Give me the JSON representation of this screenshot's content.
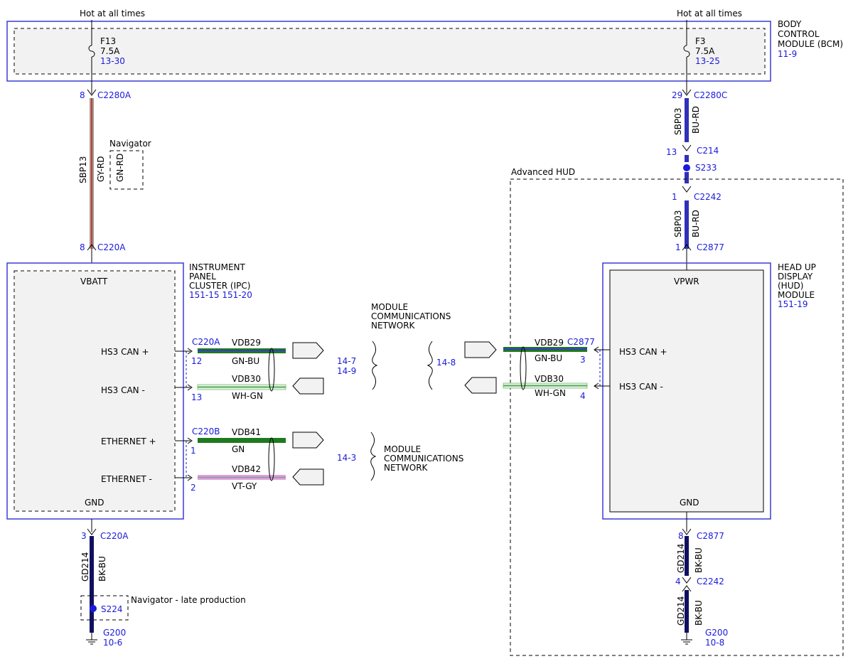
{
  "colors": {
    "frame": "#3b3bd6",
    "label_blue": "#1a1adb",
    "wire_bu_rd": "#3030b8",
    "wire_gy_rd": "#9a9a9a",
    "wire_gn_bu": "#1e7a1e",
    "wire_wh_gn": "#9fd49f",
    "wire_gn": "#1e7a1e",
    "wire_vt_gy": "#d98ad9",
    "wire_bk_bu": "#101060"
  },
  "power": {
    "left_label": "Hot at all times",
    "right_label": "Hot at all times"
  },
  "bcm": {
    "title_line1": "BODY",
    "title_line2": "CONTROL",
    "title_line3": "MODULE (BCM)",
    "ref": "11-9",
    "fuse_left_name": "F13",
    "fuse_left_rating": "7.5A",
    "fuse_left_ref": "13-30",
    "fuse_right_name": "F3",
    "fuse_right_rating": "7.5A",
    "fuse_right_ref": "13-25"
  },
  "left_feed": {
    "pin_top": "8",
    "conn_top": "C2280A",
    "circuit": "SBP13",
    "color": "GY-RD",
    "option_label": "Navigator",
    "option_color": "GN-RD",
    "pin_bottom": "8",
    "conn_bottom": "C220A"
  },
  "right_feed": {
    "pin_top": "29",
    "conn_top": "C2280C",
    "circuit_top": "SBP03",
    "color_top": "BU-RD",
    "pin_c214": "13",
    "conn_c214": "C214",
    "splice": "S233",
    "pin_c2242": "1",
    "conn_c2242": "C2242",
    "circuit_mid": "SBP03",
    "color_mid": "BU-RD",
    "pin_bottom": "1",
    "conn_bottom": "C2877"
  },
  "advanced_hud_label": "Advanced HUD",
  "ipc": {
    "title_line1": "INSTRUMENT",
    "title_line2": "PANEL",
    "title_line3": "CLUSTER (IPC)",
    "ref": "151-15  151-20",
    "vbatt": "VBATT",
    "gnd": "GND",
    "hs3_plus": "HS3 CAN +",
    "hs3_minus": "HS3 CAN -",
    "eth_plus": "ETHERNET +",
    "eth_minus": "ETHERNET -",
    "conn_can": "C220A",
    "pin_can_plus": "12",
    "pin_can_minus": "13",
    "conn_eth": "C220B",
    "pin_eth_plus": "1",
    "pin_eth_minus": "2"
  },
  "ipc_wires": {
    "w1_circuit": "VDB29",
    "w1_color": "GN-BU",
    "w2_circuit": "VDB30",
    "w2_color": "WH-GN",
    "w3_circuit": "VDB41",
    "w3_color": "GN",
    "w4_circuit": "VDB42",
    "w4_color": "VT-GY"
  },
  "network": {
    "top_line1": "MODULE",
    "top_line2": "COMMUNICATIONS",
    "top_line3": "NETWORK",
    "ref_a": "14-7",
    "ref_b": "14-9",
    "ref_c": "14-8",
    "bottom_line1": "MODULE",
    "bottom_line2": "COMMUNICATIONS",
    "bottom_line3": "NETWORK",
    "ref_d": "14-3"
  },
  "hud": {
    "title_line1": "HEAD UP",
    "title_line2": "DISPLAY",
    "title_line3": "(HUD)",
    "title_line4": "MODULE",
    "ref": "151-19",
    "vpwr": "VPWR",
    "gnd": "GND",
    "hs3_plus": "HS3 CAN +",
    "hs3_minus": "HS3 CAN -",
    "conn": "C2877",
    "pin_plus": "3",
    "pin_minus": "4",
    "w1_circuit": "VDB29",
    "w1_color": "GN-BU",
    "w2_circuit": "VDB30",
    "w2_color": "WH-GN"
  },
  "left_ground": {
    "pin": "3",
    "conn": "C220A",
    "circuit": "GD214",
    "color": "BK-BU",
    "option_label": "Navigator - late production",
    "splice": "S224",
    "ground": "G200",
    "ground_ref": "10-6"
  },
  "right_ground": {
    "pin_top": "8",
    "conn_top": "C2877",
    "circuit_top": "GD214",
    "color_top": "BK-BU",
    "pin_mid": "4",
    "conn_mid": "C2242",
    "circuit_bottom": "GD214",
    "color_bottom": "BK-BU",
    "ground": "G200",
    "ground_ref": "10-8"
  }
}
